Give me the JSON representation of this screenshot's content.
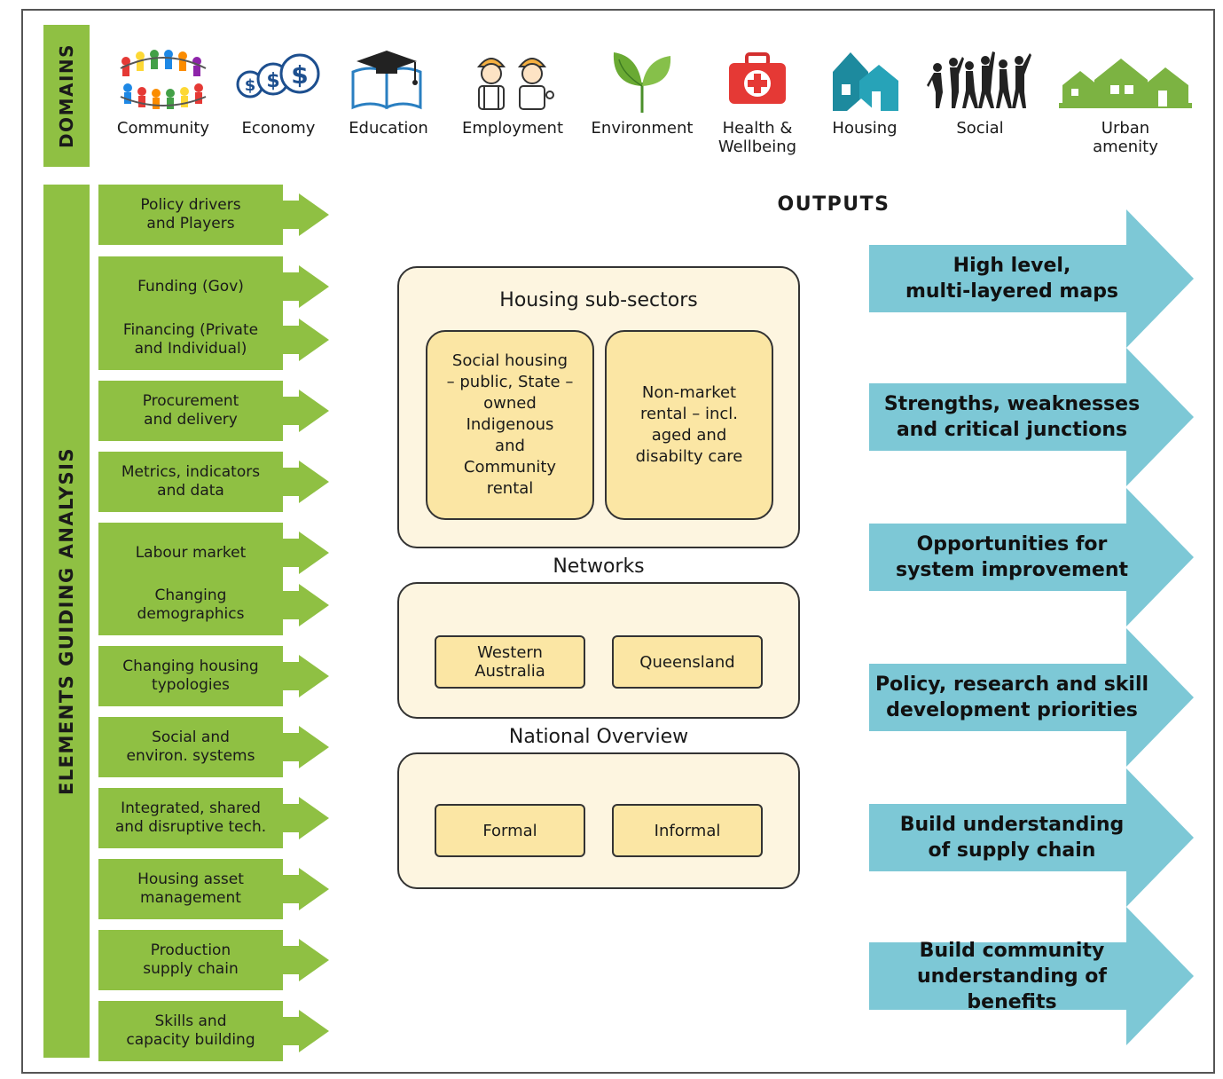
{
  "domains_label": "DOMAINS",
  "elements_label": "ELEMENTS GUIDING ANALYSIS",
  "outputs_title": "OUTPUTS",
  "colors": {
    "green": "#8fc043",
    "blue": "#7dc8d6",
    "inner_fill": "#fbe6a4",
    "outer_fill": "#fdf5e0"
  },
  "domains": [
    {
      "label": "Community",
      "icon": "community-people-ring-icon"
    },
    {
      "label": "Economy",
      "icon": "dollar-coins-icon"
    },
    {
      "label": "Education",
      "icon": "book-graduation-cap-icon"
    },
    {
      "label": "Employment",
      "icon": "workers-icon"
    },
    {
      "label": "Environment",
      "icon": "leaf-sprout-icon"
    },
    {
      "label": "Health &\nWellbeing",
      "icon": "first-aid-kit-icon"
    },
    {
      "label": "Housing",
      "icon": "houses-icon"
    },
    {
      "label": "Social",
      "icon": "dancing-crowd-icon"
    },
    {
      "label": "Urban\namenity",
      "icon": "neighbourhood-houses-icon"
    }
  ],
  "elements": [
    "Policy drivers\nand Players",
    "Funding (Gov)",
    "Financing (Private\nand Individual)",
    "Procurement\nand delivery",
    "Metrics, indicators\nand data",
    "Labour market",
    "Changing\ndemographics",
    "Changing housing\ntypologies",
    "Social and\nenviron. systems",
    "Integrated, shared\nand disruptive tech.",
    "Housing asset\nmanagement",
    "Production\nsupply chain",
    "Skills and\ncapacity building"
  ],
  "center": {
    "subsectors_title": "Housing sub-sectors",
    "social_housing": "Social housing\n– public, State –\nowned\nIndigenous\nand\nCommunity\nrental",
    "non_market": "Non-market\nrental – incl.\naged and\ndisabilty care",
    "networks_title": "Networks",
    "western_australia": "Western\nAustralia",
    "queensland": "Queensland",
    "national_title": "National Overview",
    "formal": "Formal",
    "informal": "Informal"
  },
  "outputs": [
    "High level,\nmulti-layered maps",
    "Strengths, weaknesses\nand critical junctions",
    "Opportunities for\nsystem improvement",
    "Policy, research and skill\ndevelopment priorities",
    "Build understanding\nof supply chain",
    "Build community\nunderstanding of benefits"
  ]
}
